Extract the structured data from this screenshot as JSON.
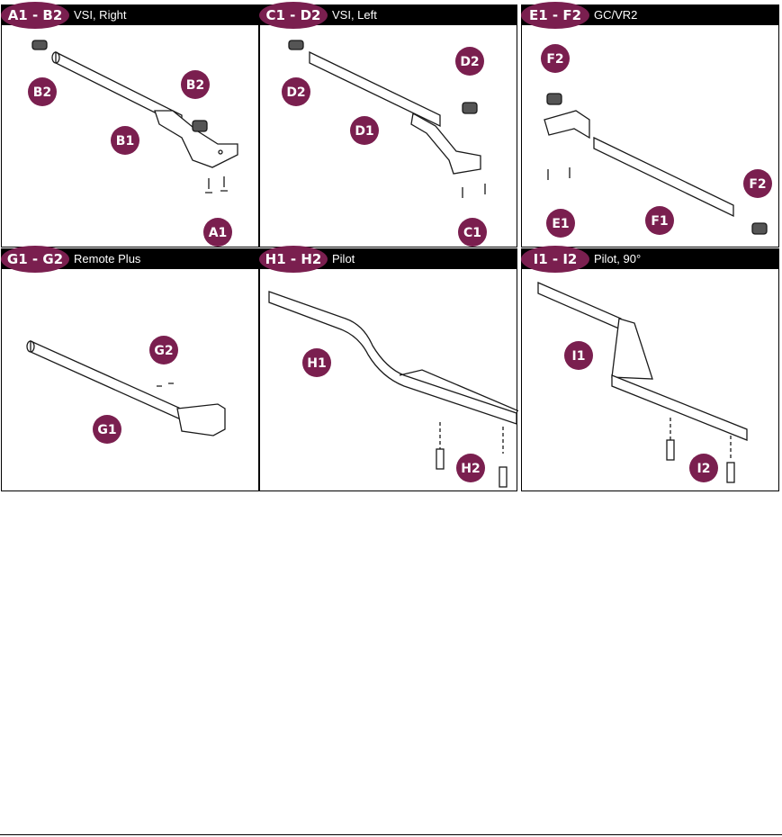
{
  "colors": {
    "callout": "#7a1f4f",
    "header": "#000000",
    "line": "#1a1a1a"
  },
  "panels": [
    {
      "range": "A1 - B2",
      "title": "VSI, Right",
      "callouts": [
        "B2",
        "B2",
        "B1",
        "A1"
      ]
    },
    {
      "range": "C1 - D2",
      "title": "VSI, Left",
      "callouts": [
        "D2",
        "D2",
        "D1",
        "C1"
      ]
    },
    {
      "range": "E1 - F2",
      "title": "GC/VR2",
      "callouts": [
        "F2",
        "F2",
        "E1",
        "F1"
      ]
    },
    {
      "range": "G1 - G2",
      "title": "Remote Plus",
      "callouts": [
        "G2",
        "G1"
      ]
    },
    {
      "range": "H1 - H2",
      "title": "Pilot",
      "callouts": [
        "H1",
        "H2"
      ]
    },
    {
      "range": "I1 - I2",
      "title": "Pilot, 90°",
      "callouts": [
        "I1",
        "I2"
      ]
    }
  ]
}
